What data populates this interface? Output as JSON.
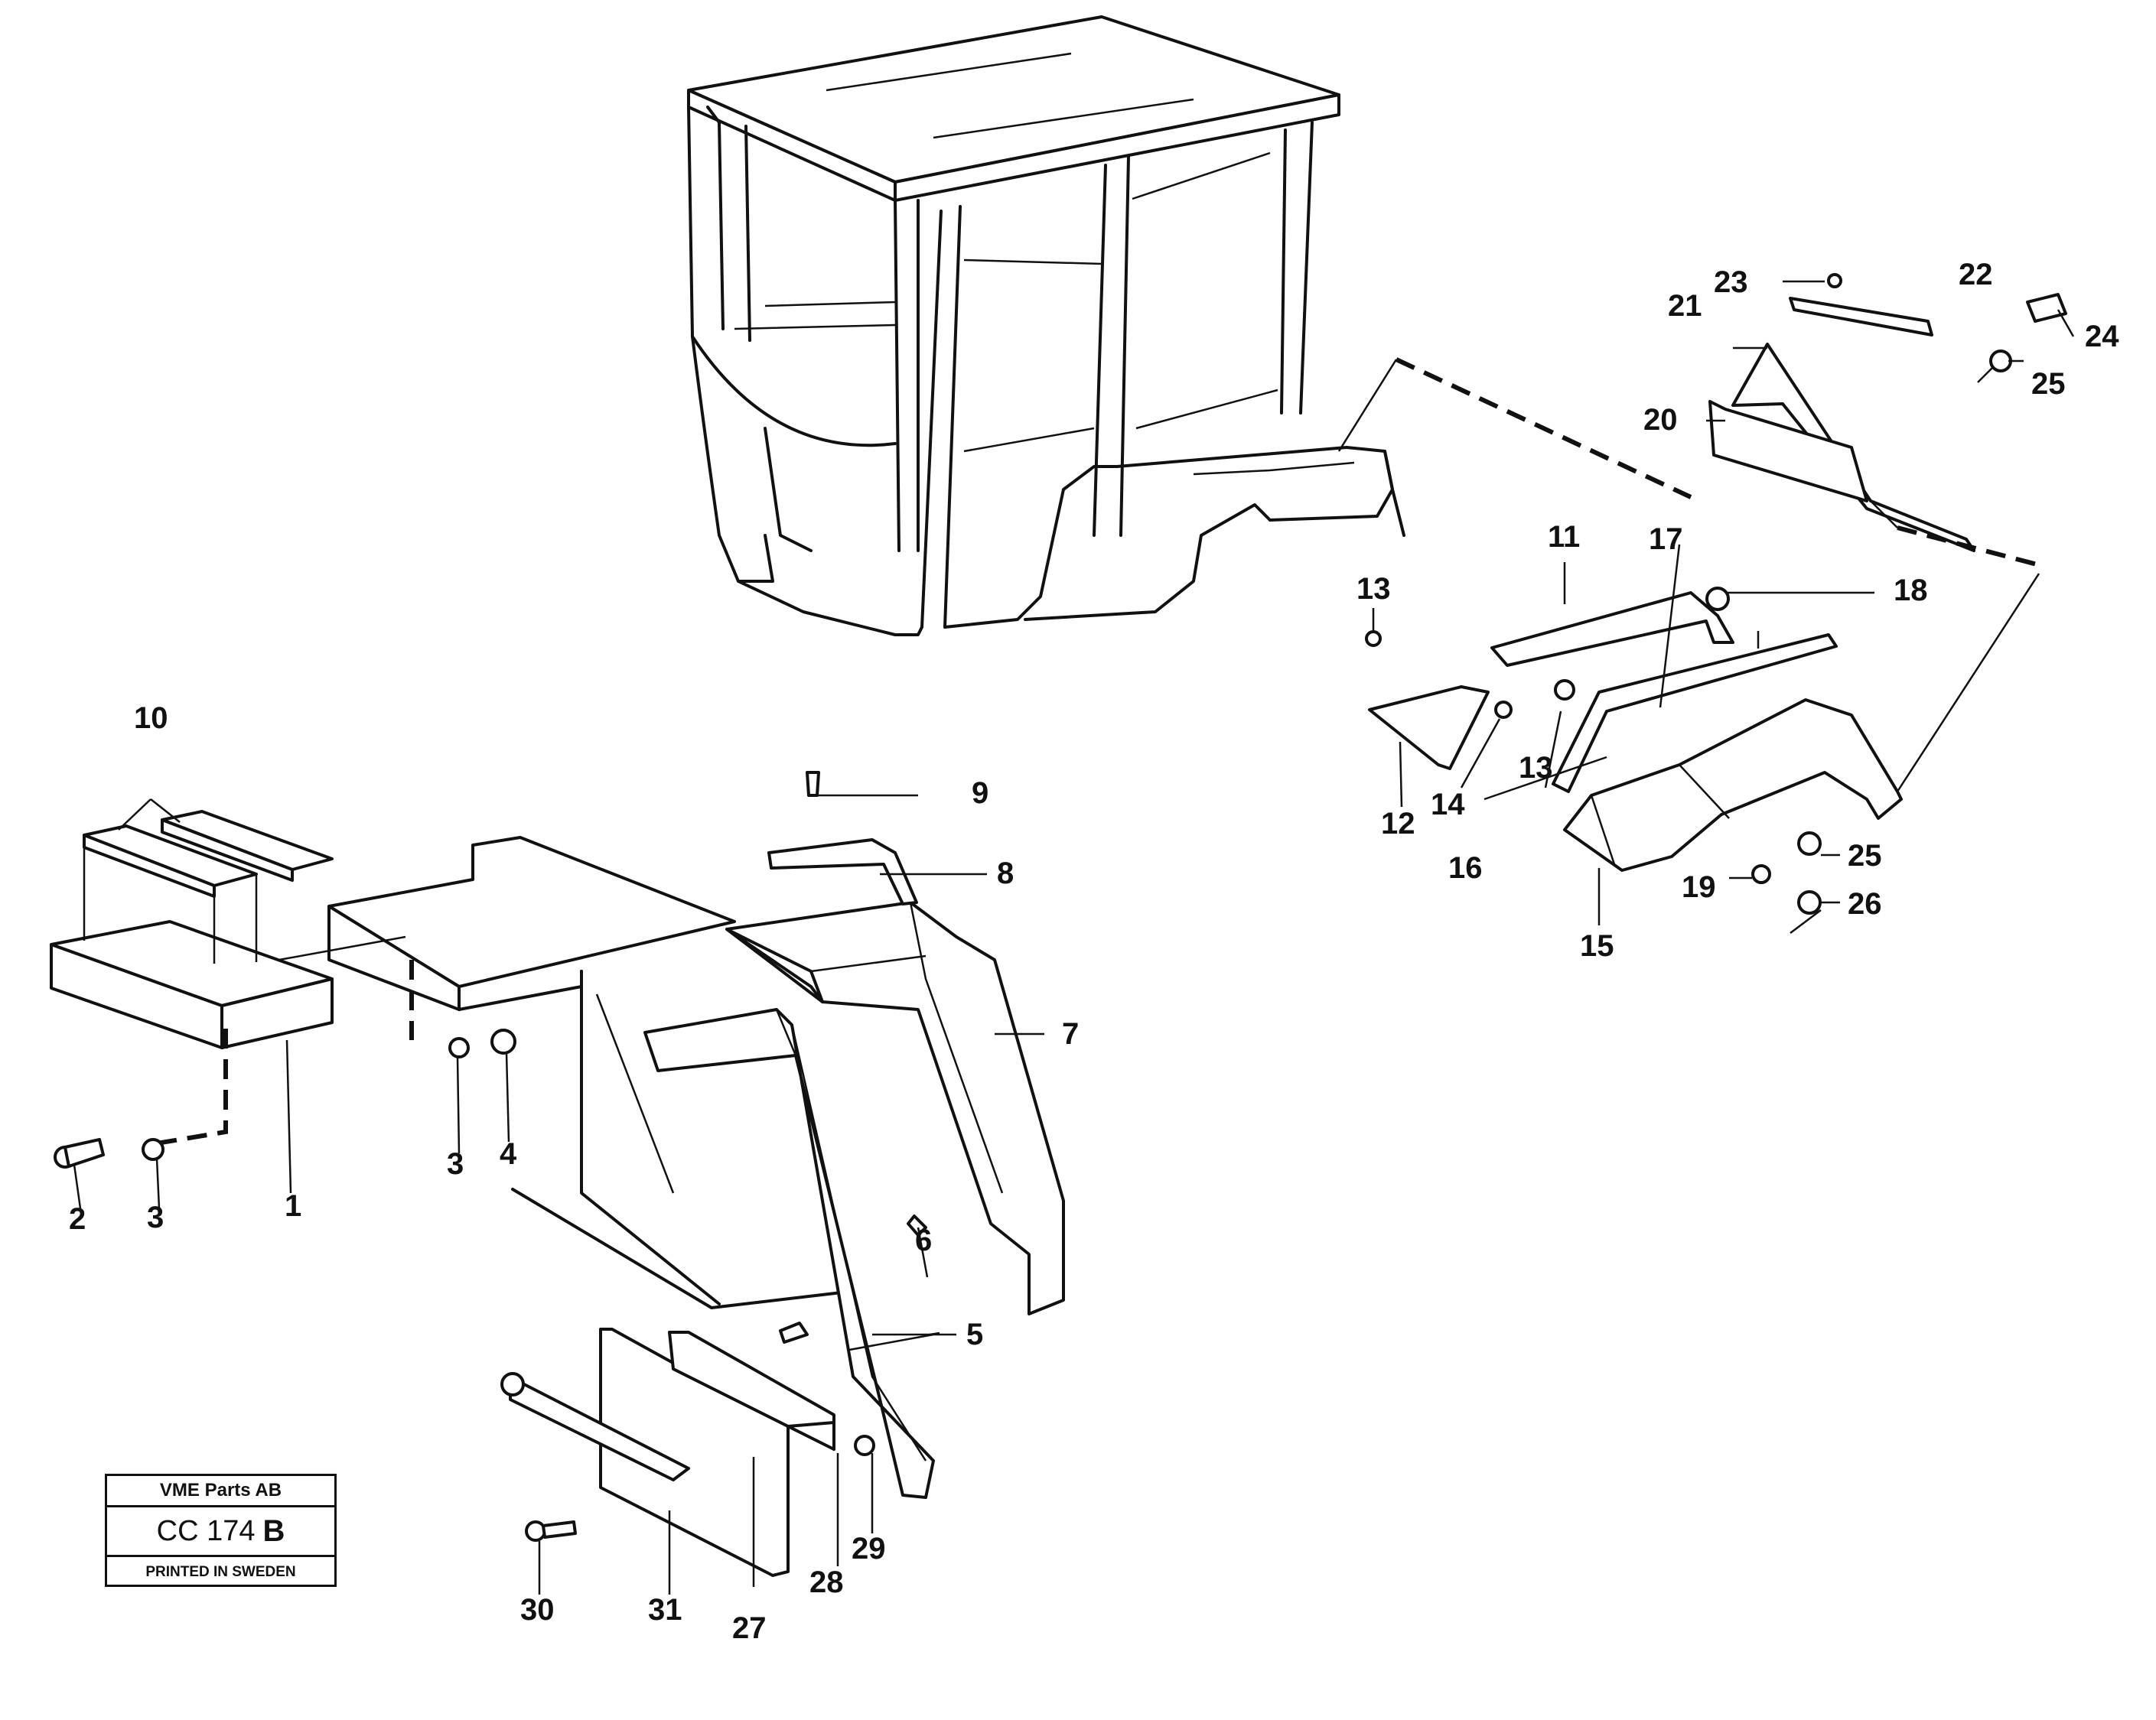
{
  "title_block": {
    "company": "VME Parts AB",
    "code": "CC 174",
    "code_letter": "B",
    "printed": "PRINTED IN SWEDEN"
  },
  "callouts": {
    "c1": "1",
    "c2": "2",
    "c3a": "3",
    "c3b": "3",
    "c4": "4",
    "c5": "5",
    "c6": "6",
    "c7": "7",
    "c8": "8",
    "c9": "9",
    "c10": "10",
    "c11": "11",
    "c12": "12",
    "c13a": "13",
    "c13b": "13",
    "c14": "14",
    "c15": "15",
    "c16": "16",
    "c17": "17",
    "c18": "18",
    "c19": "19",
    "c20": "20",
    "c21": "21",
    "c22": "22",
    "c23": "23",
    "c24": "24",
    "c25a": "25",
    "c25b": "25",
    "c26": "26",
    "c27": "27",
    "c28": "28",
    "c29": "29",
    "c30": "30",
    "c31": "31"
  }
}
